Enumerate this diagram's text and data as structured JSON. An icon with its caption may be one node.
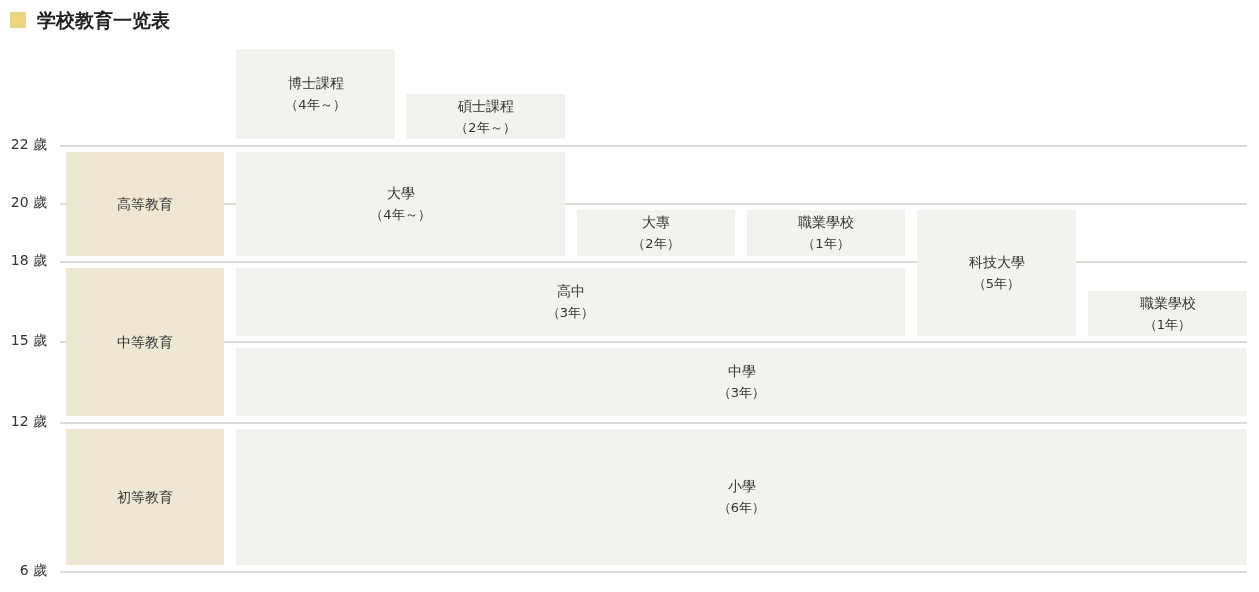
{
  "diagram": {
    "title": "学校教育一览表",
    "nodes": [
      {
        "text": [
          "博士課程",
          "（4年～）"
        ]
      },
      {
        "text": [
          "碩士課程",
          "（2年～）"
        ]
      },
      {
        "text": [
          "高等教育"
        ]
      },
      {
        "text": [
          "大學",
          "（4年～）"
        ]
      },
      {
        "text": [
          "大專",
          "（2年）"
        ]
      },
      {
        "text": [
          "職業學校",
          "（1年）"
        ]
      },
      {
        "text": [
          "科技大學",
          "（5年）"
        ]
      },
      {
        "text": [
          "中等教育"
        ]
      },
      {
        "text": [
          "高中",
          "（3年）"
        ]
      },
      {
        "text": [
          "職業學校",
          "（1年）"
        ]
      },
      {
        "text": [
          "中學",
          "（3年）"
        ]
      },
      {
        "text": [
          "初等教育"
        ]
      },
      {
        "text": [
          "小學",
          "（6年）"
        ]
      }
    ],
    "labels": [
      "22 歲",
      "20 歲",
      "18 歲",
      "15 歲",
      "12 歲",
      "6 歲"
    ]
  }
}
